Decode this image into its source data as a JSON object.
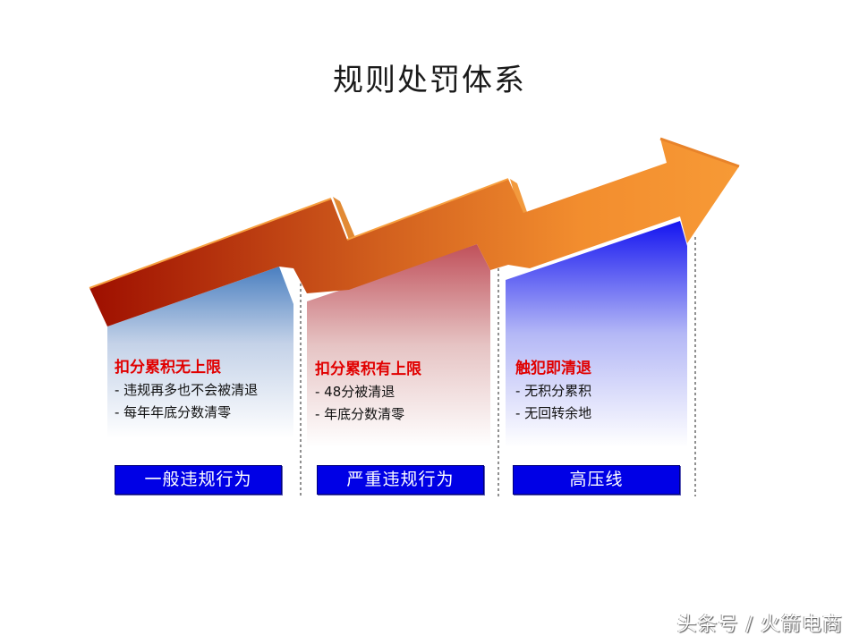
{
  "title": "规则处罚体系",
  "colors": {
    "arrow_start": "#9e0f00",
    "arrow_end": "#f59633",
    "panel1": "#4a7fc0",
    "panel2": "#c0505a",
    "panel3": "#1414f0",
    "label_bg": "#0000e6",
    "head_text": "#e10000"
  },
  "panels": [
    {
      "heading": "扣分累积无上限",
      "lines": [
        "- 违规再多也不会被清退",
        "- 每年年底分数清零"
      ],
      "label": "一般违规行为"
    },
    {
      "heading": "扣分累积有上限",
      "lines": [
        "- 48分被清退",
        "- 年底分数清零"
      ],
      "label": "严重违规行为"
    },
    {
      "heading": "触犯即清退",
      "lines": [
        "- 无积分累积",
        "- 无回转余地"
      ],
      "label": "高压线"
    }
  ],
  "watermark": "头条号 / 火箭电商"
}
